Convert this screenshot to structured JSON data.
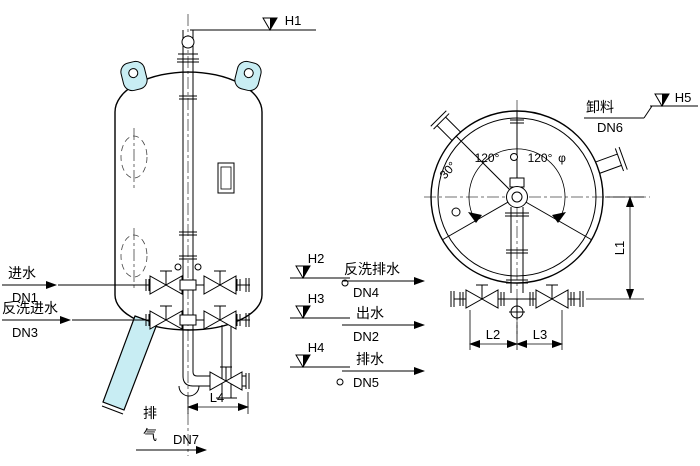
{
  "colors": {
    "vessel_fill": "#c8edf3",
    "line": "#000000",
    "background": "#ffffff"
  },
  "ports": {
    "inlet": {
      "label": "进水",
      "dn": "DN1"
    },
    "outlet": {
      "label": "出水",
      "dn": "DN2"
    },
    "backwash_inlet": {
      "label": "反洗进水",
      "dn": "DN3"
    },
    "backwash_drain": {
      "label": "反洗排水",
      "dn": "DN4"
    },
    "drain": {
      "label": "排水",
      "dn": "DN5"
    },
    "discharge": {
      "label": "卸料",
      "dn": "DN6"
    },
    "exhaust": {
      "char1": "排",
      "char2": "气",
      "dn": "DN7"
    }
  },
  "dimensions": {
    "h1": "H1",
    "h2": "H2",
    "h3": "H3",
    "h4": "H4",
    "h5": "H5",
    "l1": "L1",
    "l2": "L2",
    "l3": "L3",
    "l4": "L4"
  },
  "plan_view": {
    "angle_left": "120°",
    "angle_right": "120°",
    "angle_mark": "30°",
    "phi": "φ"
  }
}
